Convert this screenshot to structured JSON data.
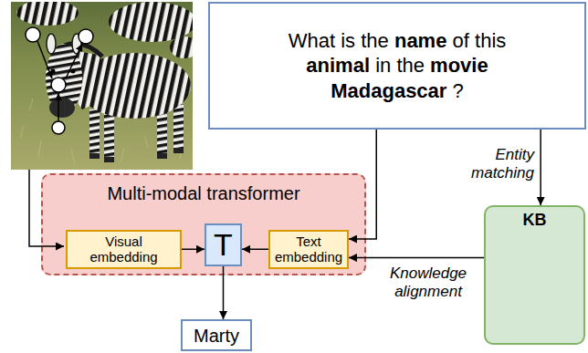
{
  "diagram": {
    "nodes": [
      {
        "text": [
          "What is the name of this animal in the movie Madagascar ?"
        ]
      },
      {
        "text": [
          "Multi-modal transformer"
        ]
      },
      {
        "text": [
          "Visual embedding"
        ],
        "in": 1
      },
      {
        "text": [
          "T"
        ],
        "in": 1
      },
      {
        "text": [
          "Text embedding"
        ],
        "in": 1
      },
      {
        "text": [
          "KB"
        ]
      },
      {
        "text": [
          "Marty"
        ]
      }
    ],
    "edges": [
      {
        "from": 2,
        "to": 3,
        "arrow": "to"
      },
      {
        "from": 4,
        "to": 3,
        "arrow": "to"
      },
      {
        "from": 0,
        "to": 4,
        "arrow": "to"
      },
      {
        "from": 0,
        "to": 5,
        "arrow": "to",
        "label": "Entity matching"
      },
      {
        "from": 5,
        "to": 4,
        "arrow": "to",
        "label": "Knowledge alignment"
      },
      {
        "from": 3,
        "to": 6,
        "arrow": "to"
      }
    ]
  }
}
